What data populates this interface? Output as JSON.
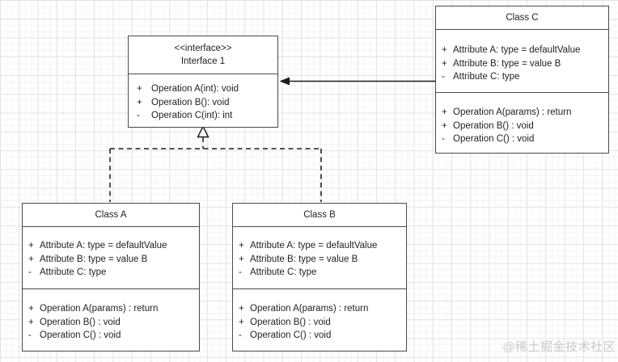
{
  "watermark": "@稀土掘金技术社区",
  "colors": {
    "box_border": "#4a4a4a",
    "box_fill": "#ffffff",
    "connector_line": "#1a1a1a",
    "text": "#1f1f1f",
    "grid_major": "#e3e3e3",
    "grid_minor": "#f4f4f4",
    "watermark_color": "#c9c9c9"
  },
  "nodes": {
    "interface1": {
      "stereotype": "<<interface>>",
      "name": "Interface 1",
      "operations": [
        {
          "vis": "+",
          "text": "Operation A(int): void"
        },
        {
          "vis": "+",
          "text": "Operation B(): void"
        },
        {
          "vis": "-",
          "text": "Operation C(int): int"
        }
      ]
    },
    "classA": {
      "name": "Class A",
      "attributes": [
        {
          "vis": "+",
          "text": "Attribute A: type = defaultValue"
        },
        {
          "vis": "+",
          "text": "Attribute B: type = value B"
        },
        {
          "vis": "-",
          "text": "Attribute C: type"
        }
      ],
      "operations": [
        {
          "vis": "+",
          "text": "Operation A(params) : return"
        },
        {
          "vis": "+",
          "text": "Operation B() : void"
        },
        {
          "vis": "-",
          "text": "Operation C() : void"
        }
      ]
    },
    "classB": {
      "name": "Class B",
      "attributes": [
        {
          "vis": "+",
          "text": "Attribute A: type = defaultValue"
        },
        {
          "vis": "+",
          "text": "Attribute B: type = value B"
        },
        {
          "vis": "-",
          "text": "Attribute C: type"
        }
      ],
      "operations": [
        {
          "vis": "+",
          "text": "Operation A(params) : return"
        },
        {
          "vis": "+",
          "text": "Operation B() : void"
        },
        {
          "vis": "-",
          "text": "Operation C() : void"
        }
      ]
    },
    "classC": {
      "name": "Class C",
      "attributes": [
        {
          "vis": "+",
          "text": "Attribute A: type = defaultValue"
        },
        {
          "vis": "+",
          "text": "Attribute B: type = value B"
        },
        {
          "vis": "-",
          "text": "Attribute C: type"
        }
      ],
      "operations": [
        {
          "vis": "+",
          "text": "Operation A(params) : return"
        },
        {
          "vis": "+",
          "text": "Operation B() : void"
        },
        {
          "vis": "-",
          "text": "Operation C() : void"
        }
      ]
    }
  },
  "relationships": [
    {
      "from": "Class A",
      "to": "Interface 1",
      "type": "realization",
      "line": "dashed",
      "arrowhead": "hollow-triangle"
    },
    {
      "from": "Class B",
      "to": "Interface 1",
      "type": "realization",
      "line": "dashed",
      "arrowhead": "hollow-triangle"
    },
    {
      "from": "Class C",
      "to": "Interface 1",
      "type": "directed-association",
      "line": "solid",
      "arrowhead": "filled-arrow"
    }
  ]
}
